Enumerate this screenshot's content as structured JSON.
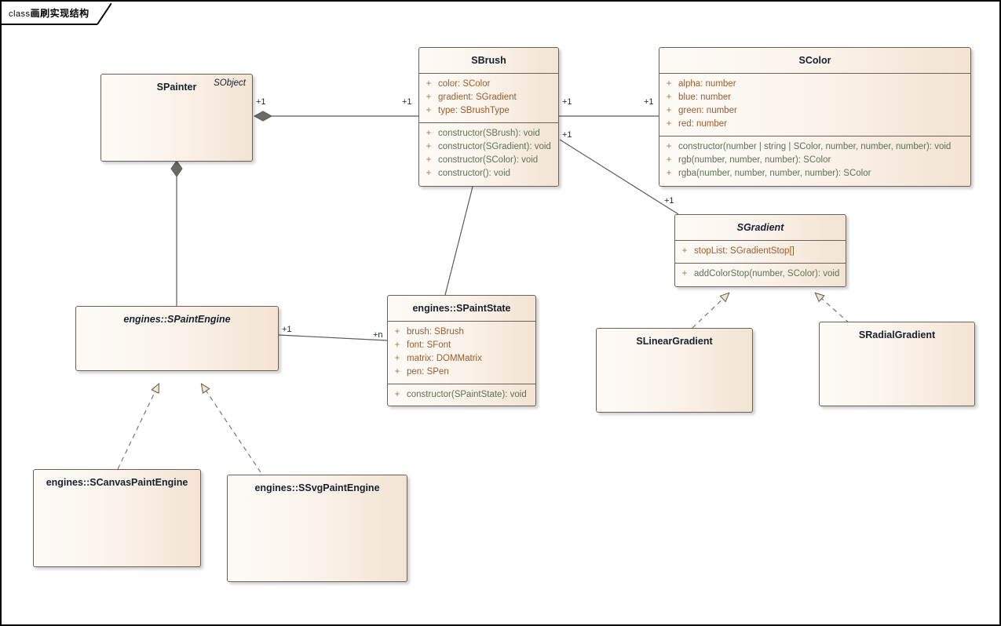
{
  "frame": {
    "keyword": "class",
    "title": "画刷实现结构"
  },
  "classes": {
    "spainter": {
      "name": "SPainter",
      "stereotype": "SObject",
      "abstract": false
    },
    "sbrush": {
      "name": "SBrush",
      "attributes": [
        {
          "visibility": "+",
          "text": "color: SColor"
        },
        {
          "visibility": "+",
          "text": "gradient: SGradient"
        },
        {
          "visibility": "+",
          "text": "type: SBrushType"
        }
      ],
      "operations": [
        {
          "visibility": "+",
          "text": "constructor(SBrush): void"
        },
        {
          "visibility": "+",
          "text": "constructor(SGradient): void"
        },
        {
          "visibility": "+",
          "text": "constructor(SColor): void"
        },
        {
          "visibility": "+",
          "text": "constructor(): void"
        }
      ]
    },
    "scolor": {
      "name": "SColor",
      "attributes": [
        {
          "visibility": "+",
          "text": "alpha: number"
        },
        {
          "visibility": "+",
          "text": "blue: number"
        },
        {
          "visibility": "+",
          "text": "green: number"
        },
        {
          "visibility": "+",
          "text": "red: number"
        }
      ],
      "operations": [
        {
          "visibility": "+",
          "text": "constructor(number | string | SColor, number, number, number): void"
        },
        {
          "visibility": "+",
          "text": "rgb(number, number, number): SColor"
        },
        {
          "visibility": "+",
          "text": "rgba(number, number, number, number): SColor"
        }
      ]
    },
    "sgradient": {
      "name": "SGradient",
      "abstract": true,
      "attributes": [
        {
          "visibility": "+",
          "text": "stopList: SGradientStop[]"
        }
      ],
      "operations": [
        {
          "visibility": "+",
          "text": "addColorStop(number, SColor): void"
        }
      ]
    },
    "spaintengine": {
      "name": "engines::SPaintEngine",
      "abstract": true
    },
    "spaintstate": {
      "name": "engines::SPaintState",
      "attributes": [
        {
          "visibility": "+",
          "text": "brush: SBrush"
        },
        {
          "visibility": "+",
          "text": "font: SFont"
        },
        {
          "visibility": "+",
          "text": "matrix: DOMMatrix"
        },
        {
          "visibility": "+",
          "text": "pen: SPen"
        }
      ],
      "operations": [
        {
          "visibility": "+",
          "text": "constructor(SPaintState): void"
        }
      ]
    },
    "slineargradient": {
      "name": "SLinearGradient"
    },
    "sradialgradient": {
      "name": "SRadialGradient"
    },
    "scanvaspaintengine": {
      "name": "engines::SCanvasPaintEngine"
    },
    "ssvgpaintengine": {
      "name": "engines::SSvgPaintEngine"
    }
  },
  "multiplicities": {
    "painter_to_brush_src": "+1",
    "painter_to_brush_dst": "+1",
    "brush_to_color_src": "+1",
    "brush_to_color_dst": "+1",
    "brush_to_gradient_src": "+1",
    "brush_to_gradient_dst": "+1",
    "engine_to_state_src": "+1",
    "engine_to_state_dst": "+n"
  },
  "colors": {
    "box_fill_light": "#fdfaf6",
    "box_fill_dark": "#f3e3d2",
    "box_border": "#6b6257",
    "attr_text": "#9c5b2b",
    "op_text": "#5d7355",
    "visibility": "#b5763d",
    "title_text": "#16212e",
    "line": "#5a5a5a",
    "arrow_fill": "#f7e3c6"
  }
}
